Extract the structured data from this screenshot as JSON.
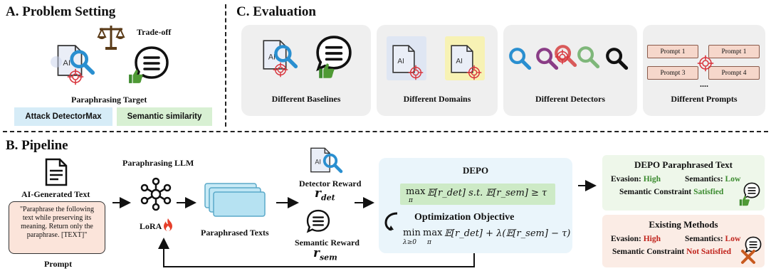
{
  "sections": {
    "a_title": "A. Problem Setting",
    "b_title": "B. Pipeline",
    "c_title": "C. Evaluation"
  },
  "problem": {
    "tradeoff": "Trade-off",
    "target_label": "Paraphrasing Target",
    "attack_pill": "Attack DetectorMax",
    "semantic_pill": "Semantic similarity",
    "icon_colors": {
      "attack": "#d6ecf7",
      "semantic": "#d8f0d3"
    }
  },
  "evaluation": {
    "cards": [
      {
        "caption": "Different Baselines"
      },
      {
        "caption": "Different Domains"
      },
      {
        "caption": "Different Detectors"
      },
      {
        "caption": "Different Prompts"
      }
    ],
    "prompt_labels": [
      "Prompt 1",
      "Prompt 1",
      "Prompt 3",
      "Prompt 4"
    ],
    "ellipsis": "...."
  },
  "pipeline": {
    "ai_text": "AI-Generated Text",
    "prompt_text": "\"Paraphrase the following text while preserving its meaning. Return only the paraphrase. [TEXT]\"",
    "prompt_caption": "Prompt",
    "llm_title": "Paraphrasing LLM",
    "lora": "LoRA",
    "paraphrased": "Paraphrased Texts",
    "detector_reward": "Detector Reward",
    "detector_sym": "r",
    "detector_sub": "det",
    "semantic_reward": "Semantic Reward",
    "semantic_sym": "r",
    "semantic_sub": "sem",
    "depo_title": "DEPO",
    "depo_formula_max": "max",
    "depo_formula_pi": "π",
    "depo_formula_body": "𝔼[r_det]   s.t. 𝔼[r_sem] ≥ τ",
    "opt_title": "Optimization Objective",
    "opt_formula_min": "min",
    "opt_formula_lambda": "λ≥0",
    "opt_formula_max": "max",
    "opt_formula_pi": "π",
    "opt_formula_body": "𝔼[r_det] + λ(𝔼[r_sem] − τ)"
  },
  "results": {
    "depo": {
      "title": "DEPO Paraphrased Text",
      "evasion_label": "Evasion:",
      "evasion_val": "High",
      "sem_label": "Semantics:",
      "sem_val": "Low",
      "constraint_label": "Semantic Constraint",
      "constraint_val": "Satisfied"
    },
    "existing": {
      "title": "Existing Methods",
      "evasion_label": "Evasion:",
      "evasion_val": "High",
      "sem_label": "Semantics:",
      "sem_val": "Low",
      "constraint_label": "Semantic Constraint",
      "constraint_val": "Not Satisfied"
    },
    "colors": {
      "depo_bg": "#eef7ea",
      "existing_bg": "#fbece5",
      "depo_accent": "#eaf5fb"
    }
  }
}
